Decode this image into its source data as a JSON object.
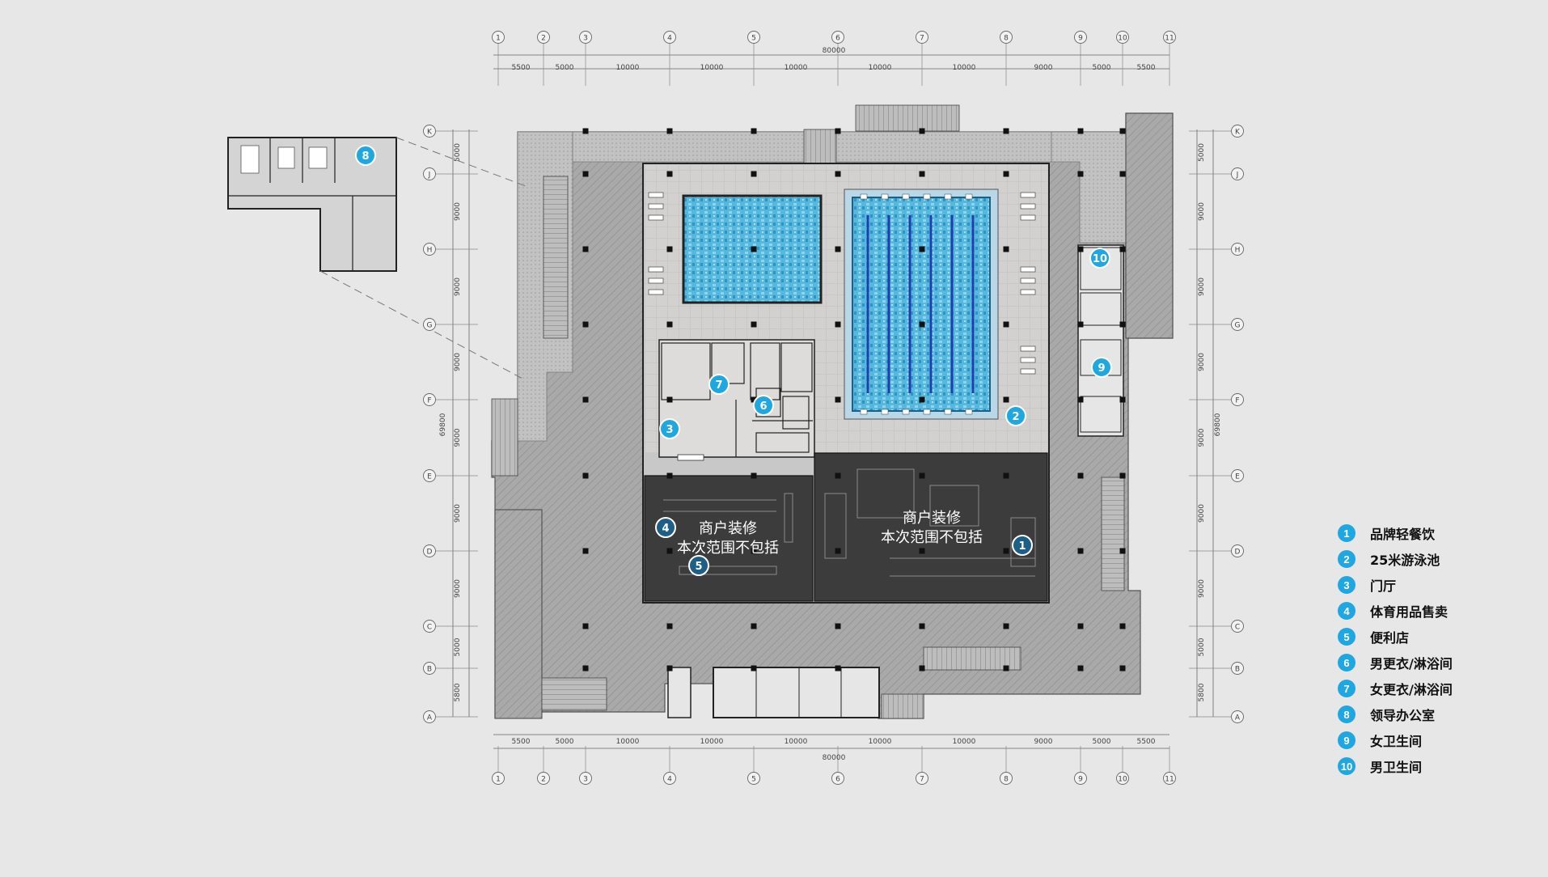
{
  "dimensions": {
    "total_width": "80000",
    "total_height": "69800",
    "horizontal_spans": [
      "5500",
      "5000",
      "10000",
      "10000",
      "10000",
      "10000",
      "10000",
      "9000",
      "5000",
      "5500"
    ],
    "vertical_spans": [
      "5000",
      "9000",
      "9000",
      "9000",
      "9000",
      "9000",
      "9000",
      "5000",
      "5800"
    ]
  },
  "grid": {
    "columns": [
      "1",
      "2",
      "3",
      "4",
      "5",
      "6",
      "7",
      "8",
      "9",
      "10",
      "11"
    ],
    "rows": [
      "K",
      "J",
      "H",
      "G",
      "F",
      "E",
      "D",
      "C",
      "B",
      "A"
    ]
  },
  "zones": {
    "tenant_left": [
      "商户装修",
      "本次范围不包括"
    ],
    "tenant_right": [
      "商户装修",
      "本次范围不包括"
    ]
  },
  "markers": [
    "1",
    "2",
    "3",
    "4",
    "5",
    "6",
    "7",
    "8",
    "9",
    "10"
  ],
  "legend": [
    {
      "num": "1",
      "label": "品牌轻餐饮"
    },
    {
      "num": "2",
      "label": "25米游泳池"
    },
    {
      "num": "3",
      "label": "门厅"
    },
    {
      "num": "4",
      "label": "体育用品售卖"
    },
    {
      "num": "5",
      "label": "便利店"
    },
    {
      "num": "6",
      "label": "男更衣/淋浴间"
    },
    {
      "num": "7",
      "label": "女更衣/淋浴间"
    },
    {
      "num": "8",
      "label": "领导办公室"
    },
    {
      "num": "9",
      "label": "女卫生间"
    },
    {
      "num": "10",
      "label": "男卫生间"
    }
  ],
  "colors": {
    "accent": "#1ea7e1",
    "tenant_fill": "#3c3c3c",
    "pool": "#4fb6dc",
    "background": "#e7e7e7"
  }
}
